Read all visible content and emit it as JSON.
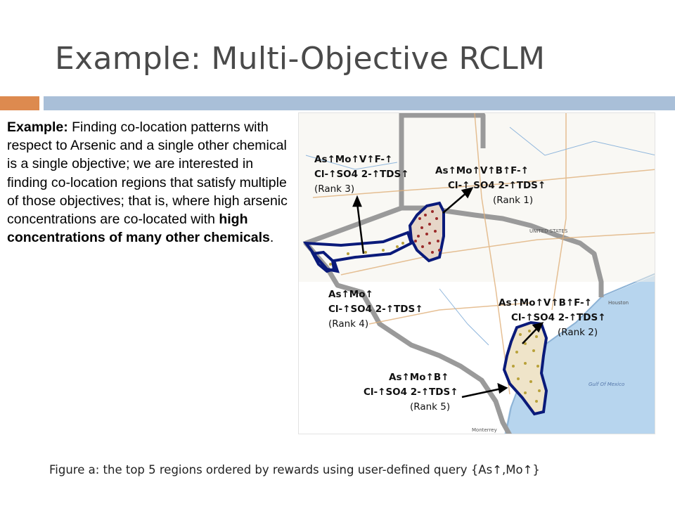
{
  "slide": {
    "title": "Example: Multi-Objective RCLM",
    "accent_colors": {
      "orange": "#dd8a4f",
      "blue": "#a9bfd8"
    }
  },
  "body": {
    "lead_bold": "Example:",
    "text_part1": " Finding co-location patterns with respect to Arsenic and a single other chemical is a single objective; we are interested in finding co-location regions that satisfy multiple of those objectives; that is, where high arsenic concentrations are co-located with ",
    "emphasis": "high concentrations of many other chemicals",
    "text_end": "."
  },
  "map": {
    "region_outline_color": "#0a1a7a",
    "labels": [
      {
        "id": "rank3",
        "line1": "As↑Mo↑V↑F-↑",
        "line2": "Cl-↑SO4 2-↑TDS↑",
        "rank": "(Rank 3)"
      },
      {
        "id": "rank1",
        "line1": "As↑Mo↑V↑B↑F-↑",
        "line2": "Cl-↑ SO4 2-↑TDS↑",
        "rank": "(Rank 1)"
      },
      {
        "id": "rank4",
        "line1": "As↑Mo↑",
        "line2": "Cl-↑SO4 2-↑TDS↑",
        "rank": "(Rank 4)"
      },
      {
        "id": "rank2",
        "line1": "As↑Mo↑V↑B↑F-↑",
        "line2": "Cl-↑SO4 2-↑TDS↑",
        "rank": "(Rank 2)"
      },
      {
        "id": "rank5",
        "line1": "As↑Mo↑B↑",
        "line2": "Cl-↑SO4 2-↑TDS↑",
        "rank": "(Rank 5)"
      }
    ],
    "place_labels": [
      "UNITED STATES",
      "Gulf Of Mexico",
      "Houston",
      "Monterrey"
    ]
  },
  "caption": "Figure a: the top 5 regions ordered by rewards using user-defined query {As↑,Mo↑}"
}
